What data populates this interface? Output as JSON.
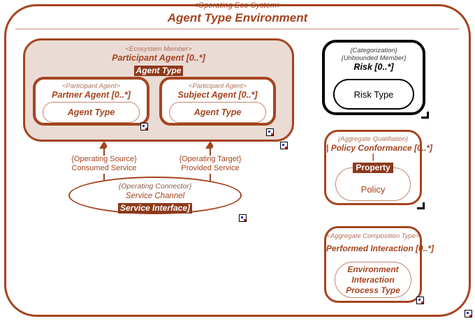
{
  "diagram": {
    "title": "Agent Type Environment",
    "stereotype": "<Operating Eco-System>",
    "accent_color": "#A5441F",
    "fill_color": "#EADBD4",
    "badge_color": "#8C3A1C",
    "black_color": "#000000"
  },
  "participant_agent": {
    "stereotype": "<Ecosystem Member>",
    "name": "Participant Agent [0..*]",
    "badge": "Agent Type",
    "children": [
      {
        "stereotype": "<Participant Agent>",
        "name": "Partner Agent [0..*]",
        "type": "Agent Type"
      },
      {
        "stereotype": "<Participant Agent>",
        "name": "Subject Agent [0..*]",
        "type": "Agent Type"
      }
    ]
  },
  "connectors": [
    {
      "role": "{Operating Source}",
      "label": "Consumed Service"
    },
    {
      "role": "{Operating Target}",
      "label": "Provided Service"
    }
  ],
  "service_channel": {
    "stereotype": "{Operating Connector}",
    "name": "Service Channel",
    "badge": "Service Interface]"
  },
  "right_column": [
    {
      "key": "risk",
      "stereotype1": "{Categorization}",
      "stereotype2": "{Unbounded Member}",
      "name": "Risk [0..*]",
      "type": "Risk Type"
    },
    {
      "key": "policy",
      "stereotype1": "{Aggregate Qualifiation}",
      "name": "| Policy Conformance [0..*]",
      "divider": "|",
      "badge": "Property",
      "type": "Policy"
    },
    {
      "key": "interaction",
      "stereotype1": "<Aggregate Composition Type>",
      "name": "Performed Interaction [0..*]",
      "type_line1": "Environment Interaction",
      "type_line2": "Process Type"
    }
  ]
}
